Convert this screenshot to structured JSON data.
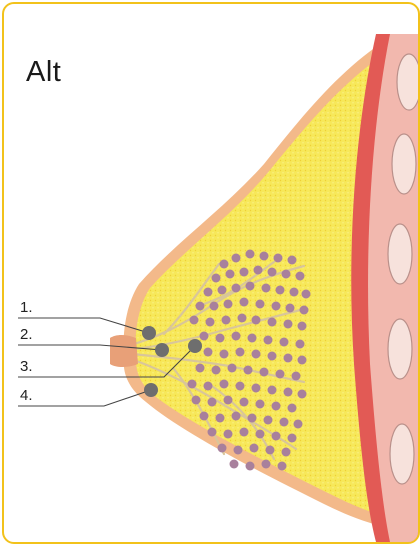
{
  "title": "Alt",
  "labels": [
    "1.",
    "2.",
    "3.",
    "4."
  ],
  "colors": {
    "frame": "#f2c21b",
    "fat": "#f7e85a",
    "skin": "#f3b98a",
    "muscle": "#e25a55",
    "rib": "#f4d4cf",
    "lobule": "#a8809c",
    "marker": "#6e6e6e"
  }
}
